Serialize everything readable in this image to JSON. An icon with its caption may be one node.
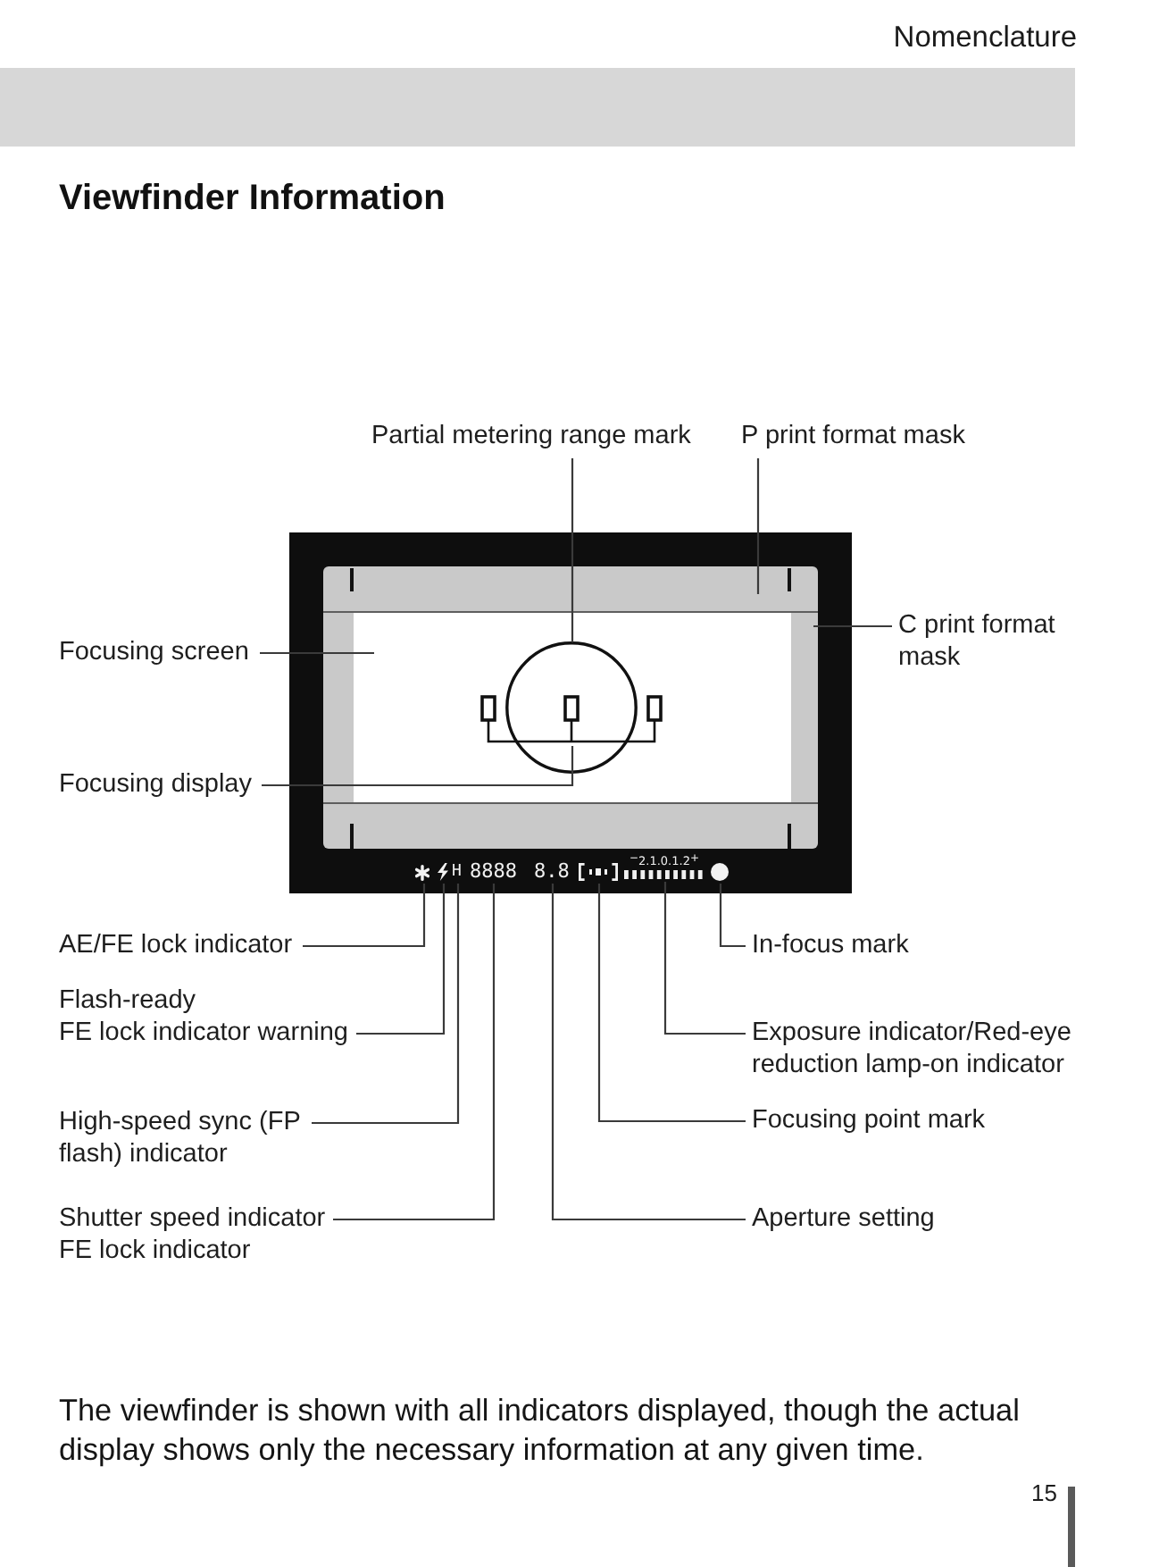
{
  "diagram": {
    "title": "Viewfinder Information",
    "caption": "The viewfinder is shown with all indicators displayed, though the actual display shows only the necessary information at any given time.",
    "nodes": [
      {
        "text": [
          "Partial metering range mark"
        ]
      },
      {
        "text": [
          "P print format mask"
        ]
      },
      {
        "text": [
          "C print format mask"
        ]
      },
      {
        "text": [
          "Focusing screen"
        ]
      },
      {
        "text": [
          "Focusing display"
        ]
      },
      {
        "text": [
          "AE/FE lock indicator"
        ]
      },
      {
        "text": [
          "Flash-ready",
          "FE lock indicator warning"
        ]
      },
      {
        "text": [
          "High-speed sync (FP flash) indicator"
        ]
      },
      {
        "text": [
          "Shutter speed indicator",
          "FE lock indicator"
        ]
      },
      {
        "text": [
          "In-focus mark"
        ]
      },
      {
        "text": [
          "Exposure indicator/Red-eye reduction lamp-on indicator"
        ]
      },
      {
        "text": [
          "Focusing point mark"
        ]
      },
      {
        "text": [
          "Aperture setting"
        ]
      },
      {
        "text": [],
        "shape": "bar"
      },
      {
        "text": [],
        "shape": "bar"
      },
      {
        "text": [],
        "shape": "bar"
      },
      {
        "text": [],
        "shape": "bar"
      },
      {
        "text": [],
        "shape": "box"
      },
      {
        "text": [],
        "shape": "circle",
        "in": 17
      },
      {
        "text": [],
        "shape": "picture",
        "in": 17
      },
      {
        "text": [],
        "shape": "picture"
      },
      {
        "text": [],
        "shape": "picture"
      },
      {
        "text": [
          "H"
        ]
      },
      {
        "text": [
          "8888"
        ]
      },
      {
        "text": [
          "8.8"
        ]
      },
      {
        "text": [],
        "shape": "picture"
      },
      {
        "text": [
          "$^{−}$2.1.0.1.2$^{+}$"
        ]
      },
      {
        "text": [],
        "shape": "circle"
      }
    ],
    "edges": [
      {
        "from": 0,
        "to": 18,
        "arrow": "none"
      },
      {
        "from": 1,
        "to": 13,
        "arrow": "none"
      },
      {
        "from": 2,
        "to": 15,
        "arrow": "none"
      },
      {
        "from": 3,
        "to": 17,
        "arrow": "none"
      },
      {
        "from": 4,
        "to": 19,
        "arrow": "none"
      },
      {
        "from": 5,
        "to": 20,
        "arrow": "none"
      },
      {
        "from": 6,
        "to": 21,
        "arrow": "none"
      },
      {
        "from": 7,
        "to": 22,
        "arrow": "none"
      },
      {
        "from": 8,
        "to": 23,
        "arrow": "none"
      },
      {
        "from": 9,
        "to": 27,
        "arrow": "none"
      },
      {
        "from": 10,
        "to": 26,
        "arrow": "none"
      },
      {
        "from": 11,
        "to": 25,
        "arrow": "none"
      },
      {
        "from": 12,
        "to": 24,
        "arrow": "none"
      }
    ],
    "labels": [
      "Nomenclature",
      "15"
    ]
  }
}
